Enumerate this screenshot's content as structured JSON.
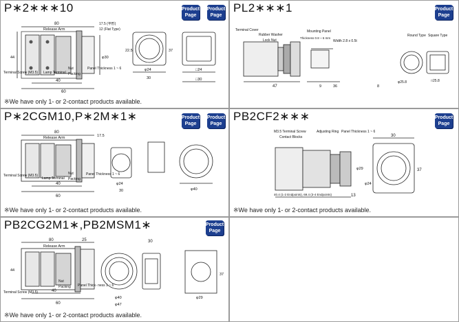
{
  "product_button": "Product Page",
  "panels": [
    {
      "title": "P∗2∗∗∗10",
      "note": "※We have only 1- or 2-contact products available.",
      "labels": {
        "release_arm": "Release Arm",
        "flat_type": "12 (Flat Type)",
        "dim_175": "17.5 (平形)",
        "terminal_screw": "Terminal Screw (M3.5)",
        "lamp_terminal": "Lamp\nTerminal",
        "nut": "Nut",
        "packing": "Packing",
        "panel_thickness": "Panel\nThickness\n1 ~ 6",
        "d80": "80",
        "d40": "40",
        "d60": "60",
        "d44": "44",
        "d37": "37",
        "d30": "30",
        "phi30": "φ30",
        "phi24": "φ24",
        "sq24": "□24",
        "sq30": "□30",
        "d225": "22.5"
      }
    },
    {
      "title": "PL2∗∗∗1",
      "labels": {
        "terminal_cover": "Terminal\nCover",
        "rubber_washer": "Rubber Washer",
        "lock_nut": "Lock Nut",
        "mounting_panel": "Mounting Panel",
        "thickness": "Thickness 0.8 ~ 6 mm",
        "width": "Width 2.8 x 0.5t",
        "round_type": "Round\nType",
        "square_type": "Square\nType",
        "d47": "47",
        "d9": "9",
        "d36": "36",
        "d8": "8",
        "sq258": "□25.8",
        "phi258": "φ25.8"
      }
    },
    {
      "title": "P∗2CGM10,P∗2M∗1∗",
      "note": "※We have only 1- or 2-contact products available.",
      "labels": {
        "release_arm": "Release Arm",
        "terminal_screw": "Terminal Screw (M3.5)",
        "lamp_terminal": "Lamp\nTerminal",
        "nut": "Nut",
        "packing": "Packing",
        "panel_thickness": "Panel\nThickness\n1 ~ 6",
        "d80": "80",
        "d40": "40",
        "d60": "60",
        "d30": "30",
        "phi24": "φ24",
        "phi40": "φ40",
        "d175": "17.5"
      }
    },
    {
      "title": "PB2CF2∗∗∗",
      "note": "※We have only 1- or 2-contact products available.",
      "labels": {
        "m35": "M3.5 Terminal Screw",
        "contact_blocks": "Contact Blocks",
        "adjusting_ring": "Adjusting\nRing",
        "panel_thickness": "Panel\nThickness 1 ~ 6",
        "d30": "30",
        "d37": "37",
        "phi29": "φ29",
        "phi24": "φ24",
        "endpoints": "40.4 (1-2 Endpoints), 69.4 (3-4 Endpoints)",
        "d13": "13"
      }
    },
    {
      "title": "PB2CG2M1∗,PB2MSM1∗",
      "note": "※We have only 1- or 2-contact products available.",
      "labels": {
        "release_arm": "Release Arm",
        "terminal_screw": "Terminal Screw (M3.5)",
        "nut": "Nut",
        "packing": "Packing",
        "panel_thickness": "Panel Thick-\nness 1 ~ 6",
        "d80": "80",
        "d40": "40",
        "d60": "60",
        "d25": "25",
        "d30": "30",
        "phi40": "φ40",
        "phi47": "φ47",
        "phi29": "φ29",
        "d37": "37",
        "d44": "44"
      }
    }
  ]
}
